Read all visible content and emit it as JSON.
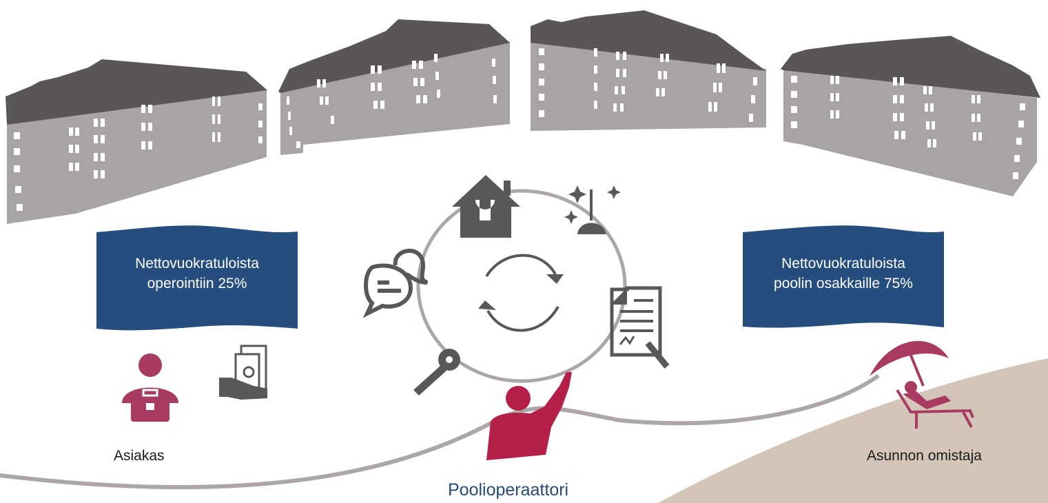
{
  "colors": {
    "building_wall": "#a8a3a4",
    "building_roof": "#5a5657",
    "banner": "#254e7f",
    "accent": "#a93a61",
    "operator": "#b42047",
    "icon": "#58585a",
    "beach": "#d3c5b8",
    "path": "#aca6a7"
  },
  "banner_left": {
    "line1": "Nettovuokratuloista",
    "line2": "operointiin 25%"
  },
  "banner_right": {
    "line1": "Nettovuokratuloista",
    "line2": "poolin osakkaille 75%"
  },
  "labels": {
    "customer": "Asiakas",
    "operator": "Poolioperaattori",
    "owner": "Asunnon omistaja"
  },
  "icons": [
    "customer-icon",
    "cash-hand-icon",
    "house-repair-icon",
    "cleaning-broom-icon",
    "chat-bubbles-icon",
    "contract-icon",
    "key-icon",
    "cycle-arrows-icon",
    "operator-person-icon",
    "owner-sunbathing-icon"
  ]
}
